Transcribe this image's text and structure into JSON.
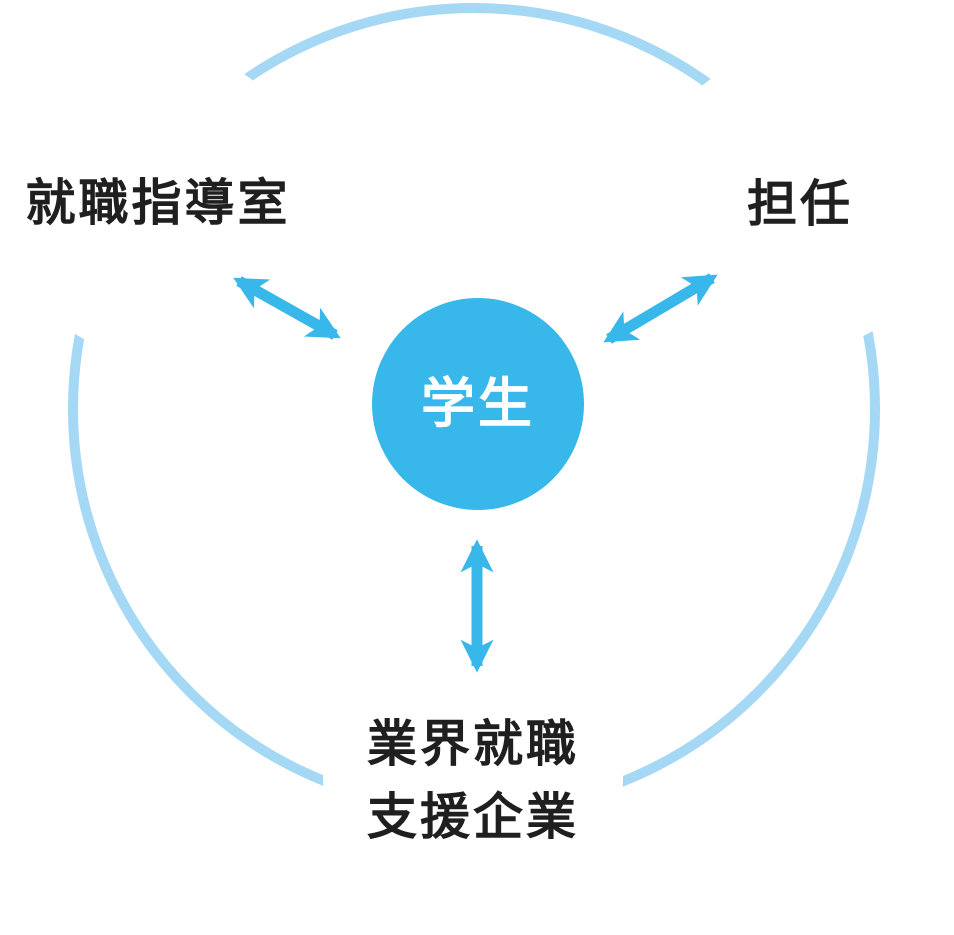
{
  "diagram": {
    "type": "hub-and-spoke relationship diagram",
    "center_node": {
      "id": "student",
      "label": "学生"
    },
    "outer_nodes": [
      {
        "id": "career-guidance-office",
        "label": "就職指導室",
        "position": "top-left"
      },
      {
        "id": "homeroom-teacher",
        "label": "担任",
        "position": "top-right"
      },
      {
        "id": "industry-employment-support-companies",
        "label": "業界就職支援企業",
        "line1": "業界就職",
        "line2": "支援企業",
        "position": "bottom"
      }
    ],
    "connections": [
      {
        "from": "student",
        "to": "career-guidance-office",
        "type": "bidirectional-arrow"
      },
      {
        "from": "student",
        "to": "homeroom-teacher",
        "type": "bidirectional-arrow"
      },
      {
        "from": "student",
        "to": "industry-employment-support-companies",
        "type": "bidirectional-arrow"
      }
    ],
    "colors": {
      "accent_blue": "#37b7ea",
      "ring_light_blue": "#a4d8f4",
      "node_fill": "#ffffff",
      "node_text": "#1f1f1f",
      "center_text": "#ffffff",
      "background": "#ffffff"
    }
  }
}
